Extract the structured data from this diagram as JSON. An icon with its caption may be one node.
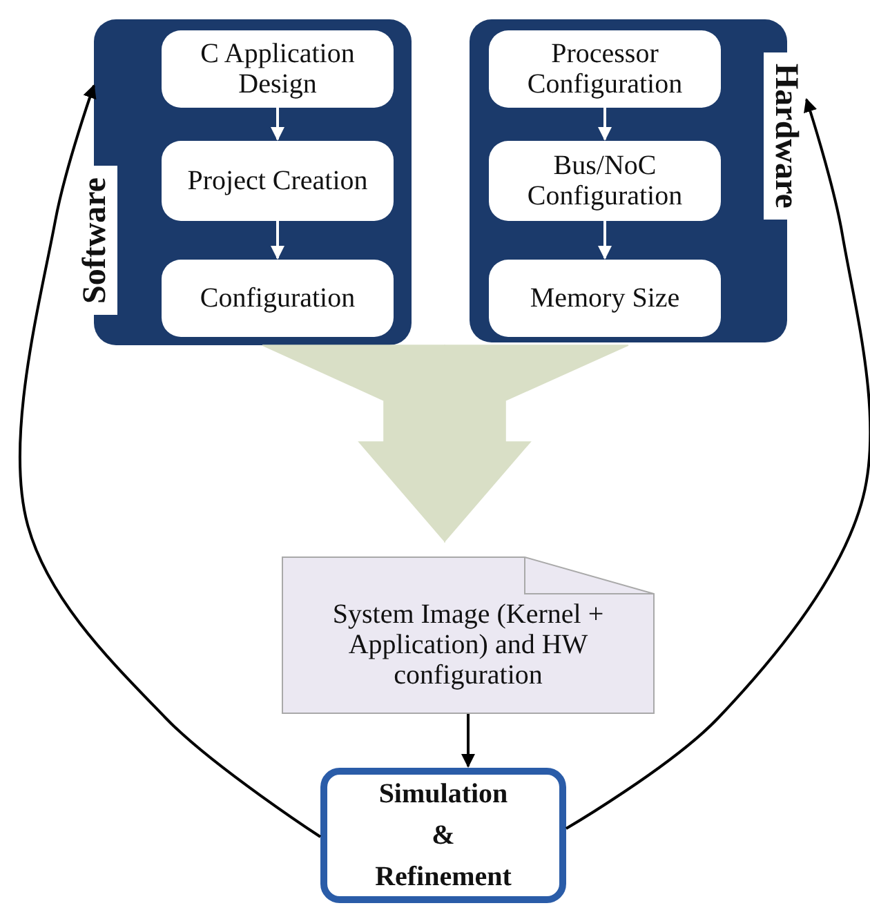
{
  "diagram": {
    "nodes": [
      {
        "text": [
          "Software"
        ]
      },
      {
        "text": [
          "C Application Design"
        ],
        "in": 0
      },
      {
        "text": [
          "Project Creation"
        ],
        "in": 0
      },
      {
        "text": [
          "Configuration"
        ],
        "in": 0
      },
      {
        "text": [
          "Hardware"
        ]
      },
      {
        "text": [
          "Processor Configuration"
        ],
        "in": 4
      },
      {
        "text": [
          "Bus/NoC Configuration"
        ],
        "in": 4
      },
      {
        "text": [
          "Memory Size"
        ],
        "in": 4
      },
      {
        "text": [
          "System Image (Kernel + Application) and HW configuration"
        ]
      },
      {
        "text": [
          "Simulation & Refinement"
        ]
      }
    ],
    "edges": [
      {
        "from": 1,
        "to": 2,
        "arrow": "to",
        "color": "#ffffff"
      },
      {
        "from": 2,
        "to": 3,
        "arrow": "to",
        "color": "#ffffff"
      },
      {
        "from": 5,
        "to": 6,
        "arrow": "to",
        "color": "#ffffff"
      },
      {
        "from": 6,
        "to": 7,
        "arrow": "to",
        "color": "#ffffff"
      },
      {
        "from": 0,
        "to": 8,
        "arrow": "to",
        "style": "thick",
        "color": "#d9dfc6"
      },
      {
        "from": 4,
        "to": 8,
        "arrow": "to",
        "style": "thick",
        "color": "#d9dfc6"
      },
      {
        "from": 8,
        "to": 9,
        "arrow": "to",
        "color": "#000000"
      },
      {
        "from": 9,
        "to": 0,
        "arrow": "to",
        "color": "#000000"
      },
      {
        "from": 9,
        "to": 4,
        "arrow": "to",
        "color": "#000000"
      }
    ]
  }
}
